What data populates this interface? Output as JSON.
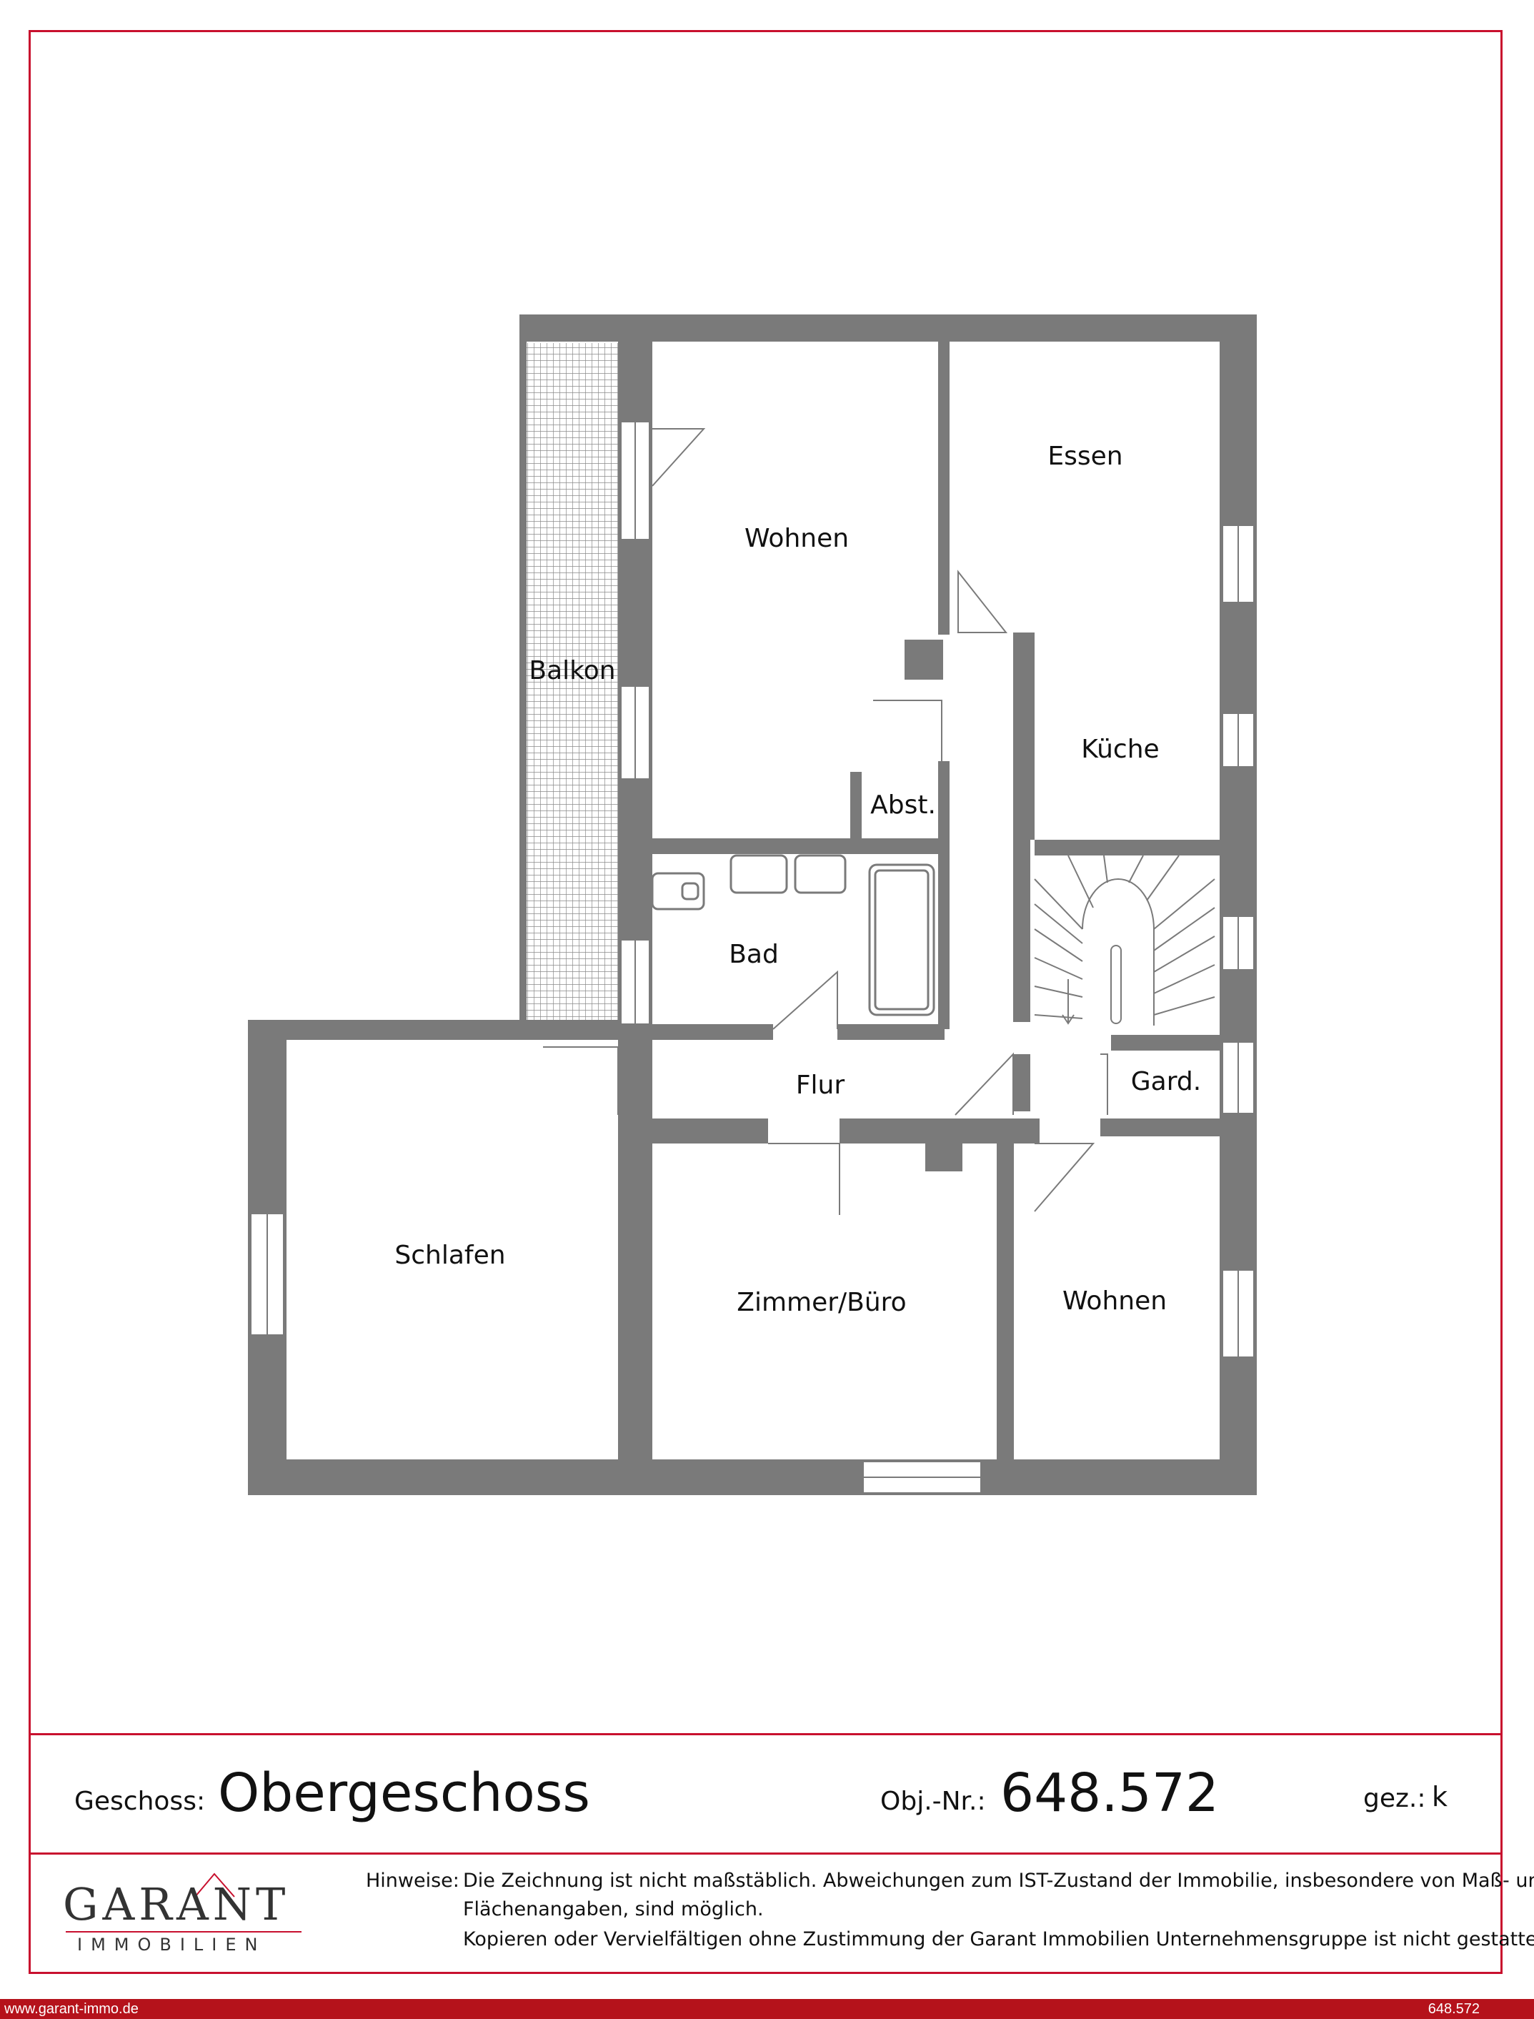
{
  "colors": {
    "accent": "#c8102e",
    "wall": "#7a7a7a",
    "footer_bar": "#b5121b"
  },
  "rooms": {
    "wohnen_top": "Wohnen",
    "essen": "Essen",
    "balkon": "Balkon",
    "kueche": "Küche",
    "abst": "Abst.",
    "bad": "Bad",
    "flur": "Flur",
    "gard": "Gard.",
    "schlafen": "Schlafen",
    "zimmer_buero": "Zimmer/Büro",
    "wohnen_bottom": "Wohnen"
  },
  "title_block": {
    "geschoss_label": "Geschoss:",
    "geschoss_value": "Obergeschoss",
    "obj_label": "Obj.-Nr.:",
    "obj_value": "648.572",
    "gez_label": "gez.:",
    "gez_value": "k"
  },
  "logo": {
    "word": "GARANT",
    "sub": "IMMOBILIEN"
  },
  "notice": {
    "label": "Hinweise:",
    "line1": "Die Zeichnung ist nicht maßstäblich. Abweichungen zum IST-Zustand der Immobilie, insbesondere von Maß- und",
    "line2": "Flächenangaben, sind möglich.",
    "line3": "Kopieren oder Vervielfältigen ohne Zustimmung der Garant Immobilien Unternehmensgruppe ist nicht gestattet!"
  },
  "footer": {
    "url": "www.garant-immo.de",
    "number": "648.572"
  }
}
